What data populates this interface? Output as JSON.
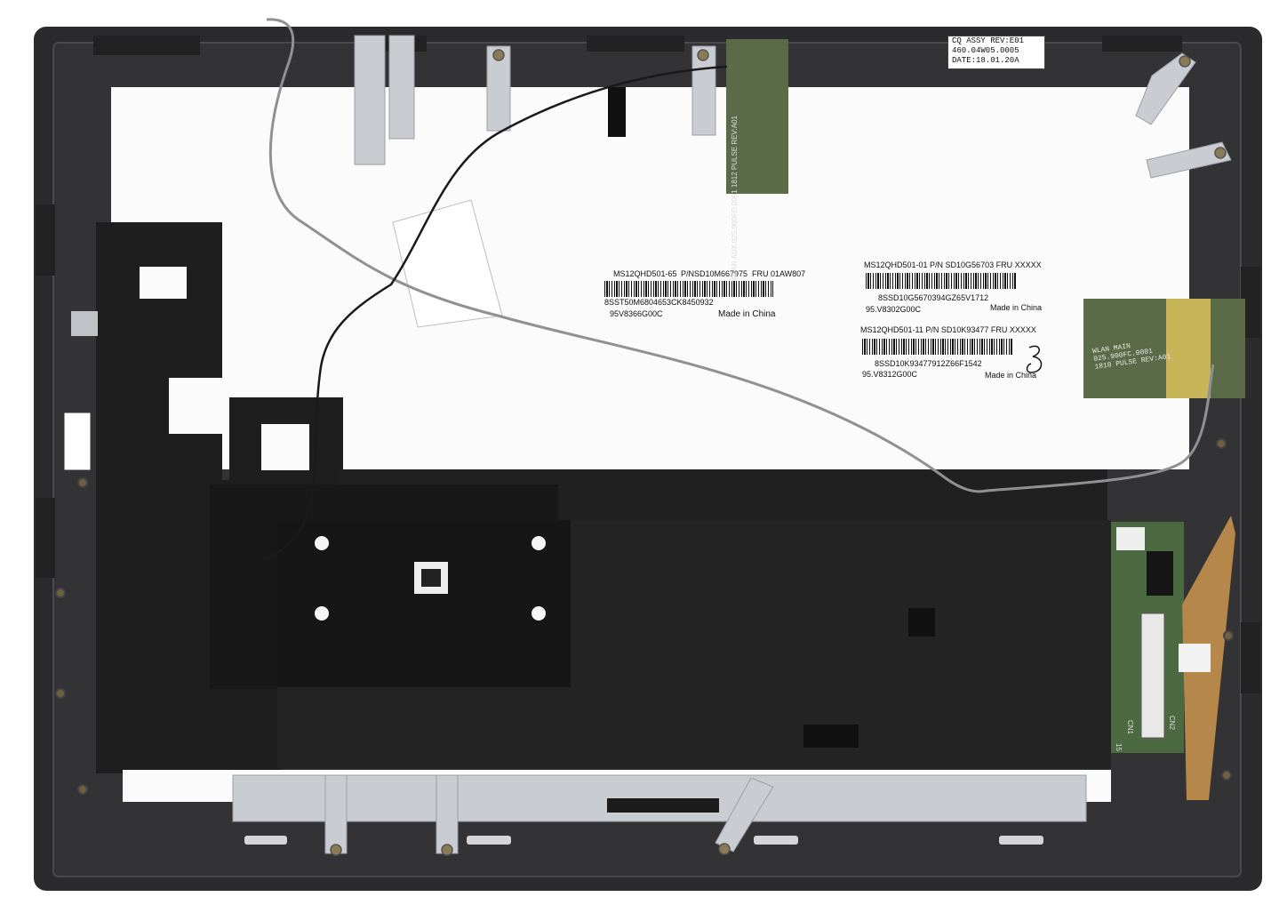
{
  "colors": {
    "bezel": "#2b2b2d",
    "bezel_edge": "#4a4a4c",
    "panel": "#fbfbfb",
    "foam": "#1c1c1c",
    "shield": "#232323",
    "tape": "#c9ccd1",
    "antenna_pcb": "#5b6b48",
    "flex": "#b5874a"
  },
  "sticker": {
    "line1": "CQ ASSY REV:E01",
    "line2": "460.04W05.0005",
    "line3": "DATE:18.01.20A"
  },
  "label1": {
    "model": "MS12QHD501-65",
    "pn": "P/NSD10M667975",
    "fru": "FRU 01AW807",
    "serial": "8SST50M6804653CK8450932",
    "part": "95V8366G00C",
    "origin": "Made in China"
  },
  "label2": {
    "header": "MS12QHD501-01 P/N SD10G56703 FRU XXXXX",
    "serial": "8SSD10G5670394GZ65V1712",
    "part": "95.V8302G00C",
    "origin": "Made in China"
  },
  "label3": {
    "header": "MS12QHD501-11 P/N SD10K93477 FRU XXXXX",
    "serial": "8SSD10K93477912Z66F1542",
    "part": "95.V8312G00C",
    "origin": "Made in China"
  },
  "antenna_left": {
    "line1": "WLAN AUX",
    "line2": "025.900FD.0001",
    "line3": "1812 PULSE REV:A01"
  },
  "antenna_right": {
    "line1": "WLAN MAIN",
    "line2": "025.900FC.0001",
    "line3": "1810 PULSE REV:A01"
  },
  "board": {
    "conn1": "CN1",
    "conn2": "CN2",
    "mark": "15"
  }
}
